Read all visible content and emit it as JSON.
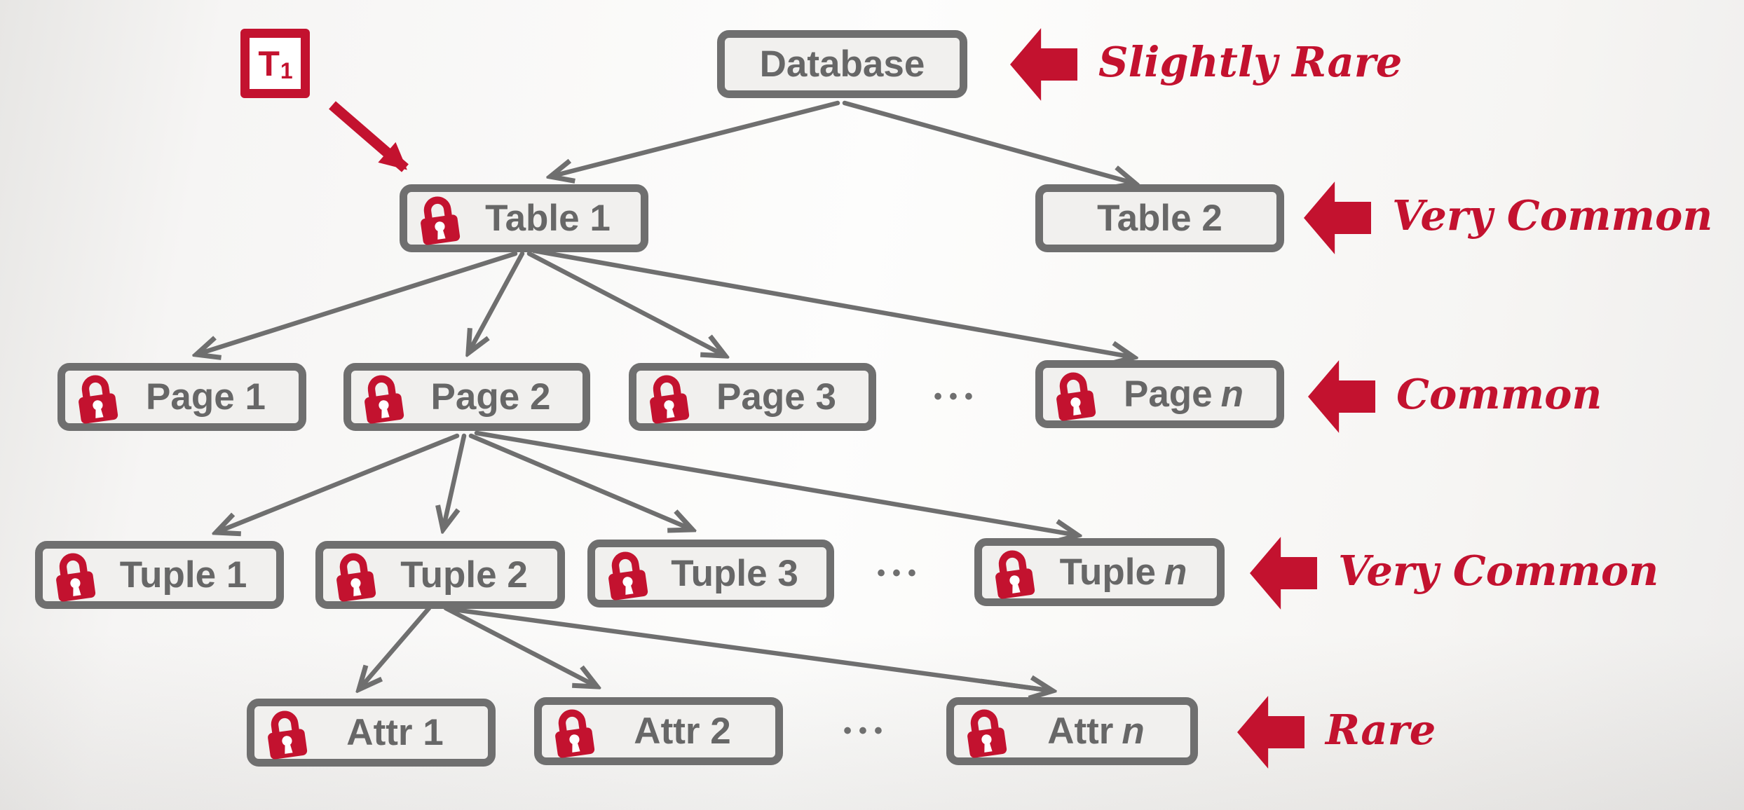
{
  "colors": {
    "accent_red": "#c3122f",
    "node_gray": "#6f6f6f",
    "text_gray": "#676767",
    "node_fill": "#f1f0ee"
  },
  "transaction": {
    "base": "T",
    "subscript": "1"
  },
  "ellipsis": "•••",
  "nodes": {
    "database": {
      "label": "Database",
      "locked": false
    },
    "table1": {
      "label": "Table 1",
      "locked": true
    },
    "table2": {
      "label": "Table 2",
      "locked": false
    },
    "page1": {
      "label": "Page 1",
      "locked": true
    },
    "page2": {
      "label": "Page 2",
      "locked": true
    },
    "page3": {
      "label": "Page 3",
      "locked": true
    },
    "page_n": {
      "label": "Page",
      "var": "n",
      "locked": true
    },
    "tuple1": {
      "label": "Tuple 1",
      "locked": true
    },
    "tuple2": {
      "label": "Tuple 2",
      "locked": true
    },
    "tuple3": {
      "label": "Tuple 3",
      "locked": true
    },
    "tuple_n": {
      "label": "Tuple",
      "var": "n",
      "locked": true
    },
    "attr1": {
      "label": "Attr 1",
      "locked": true
    },
    "attr2": {
      "label": "Attr 2",
      "locked": true
    },
    "attr_n": {
      "label": "Attr",
      "var": "n",
      "locked": true
    }
  },
  "annotations": {
    "database": {
      "label": "Slightly Rare"
    },
    "table": {
      "label": "Very Common"
    },
    "page": {
      "label": "Common"
    },
    "tuple": {
      "label": "Very Common"
    },
    "attr": {
      "label": "Rare"
    }
  }
}
